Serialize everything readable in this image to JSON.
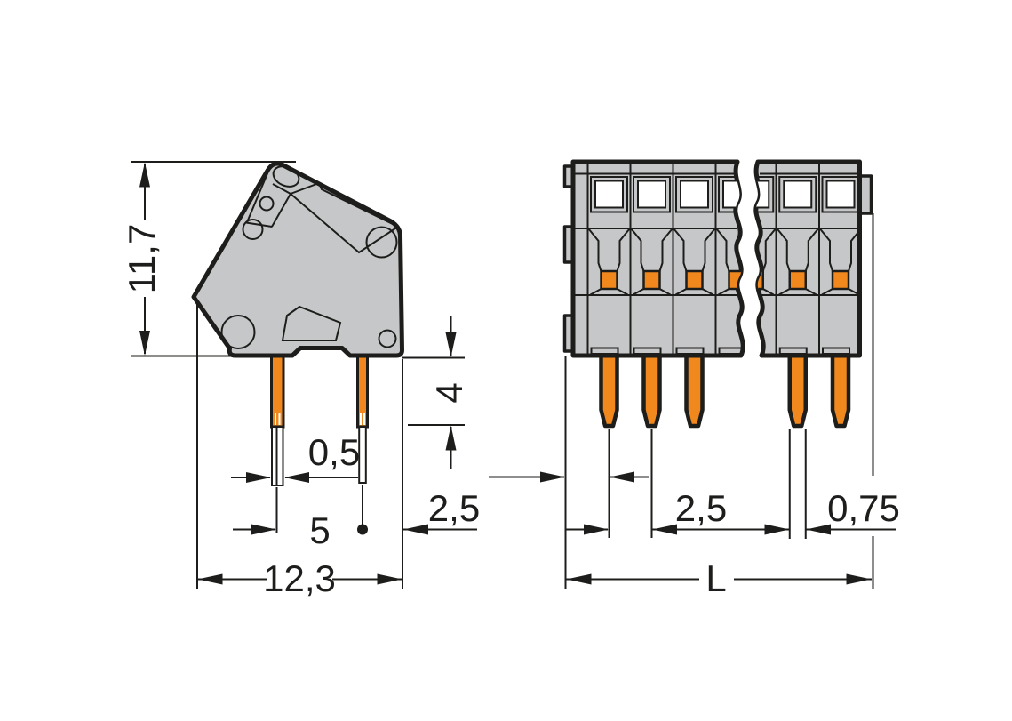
{
  "drawing": {
    "type": "technical-dimension-drawing",
    "side_view": {
      "dim_height": "11,7",
      "dim_pin_length": "4",
      "dim_pin_tip_width": "0,5",
      "dim_pin_spacing": "5",
      "dim_edge_offset": "2,5",
      "dim_depth": "12,3"
    },
    "front_view": {
      "dim_pitch": "2,5",
      "dim_pin_width": "0,75",
      "dim_length": "L"
    }
  },
  "colors": {
    "housing_gray": "#C6C7C8",
    "pin_orange": "#F0881E",
    "line_black": "#1D1D1B",
    "background": "#FFFFFF"
  }
}
